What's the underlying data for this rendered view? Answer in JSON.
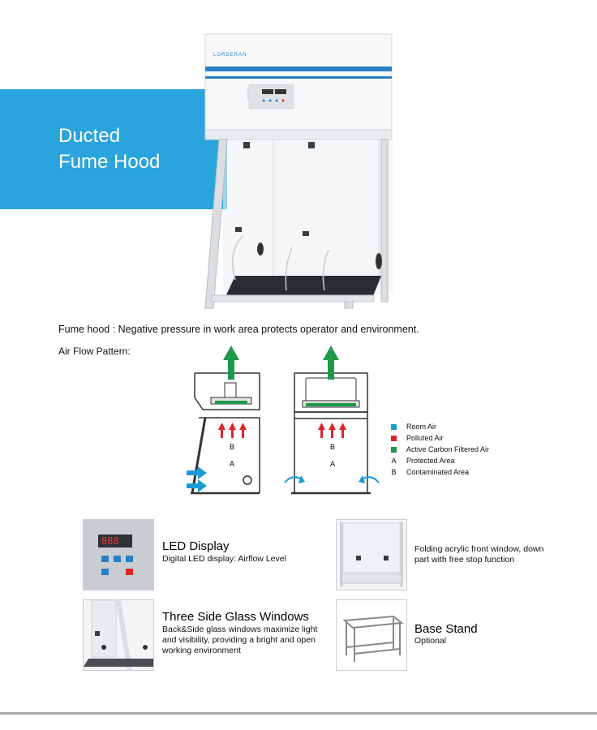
{
  "banner": {
    "title_line1": "Ducted",
    "title_line2": "Fume Hood"
  },
  "hood": {
    "brand": "LORDERAN"
  },
  "description": "Fume hood : Negative pressure in work area protects operator and environment.",
  "airflow_label": "Air Flow Pattern:",
  "diagram_labels": {
    "b": "B",
    "a": "A"
  },
  "legend": [
    {
      "key": "",
      "color": "#1a9bd7",
      "label": "Room Air"
    },
    {
      "key": "",
      "color": "#d9262c",
      "label": "Polluted Air"
    },
    {
      "key": "",
      "color": "#1f9a4b",
      "label": "Active Carbon Filtered Air"
    },
    {
      "key": "A",
      "color": "",
      "label": "Protected Area"
    },
    {
      "key": "B",
      "color": "",
      "label": "Contaminated Area"
    }
  ],
  "panel": {
    "display": "888"
  },
  "features": {
    "led": {
      "title": "LED Display",
      "desc": "Digital LED display: Airflow Level"
    },
    "folding": {
      "desc_line1": "Folding acrylic front window, down",
      "desc_line2": "part with free stop function"
    },
    "glass": {
      "title": "Three Side Glass Windows",
      "desc_line1": "Back&Side glass windows maximize light",
      "desc_line2": "and visibility, providing a bright and open",
      "desc_line3": "working environment"
    },
    "stand": {
      "title": "Base Stand",
      "desc": "Optional"
    }
  },
  "colors": {
    "banner": "#2aa4dc",
    "stripe": "#2a7fc4",
    "room_air": "#1a9bd7",
    "polluted": "#d9262c",
    "filtered": "#1f9a4b"
  }
}
